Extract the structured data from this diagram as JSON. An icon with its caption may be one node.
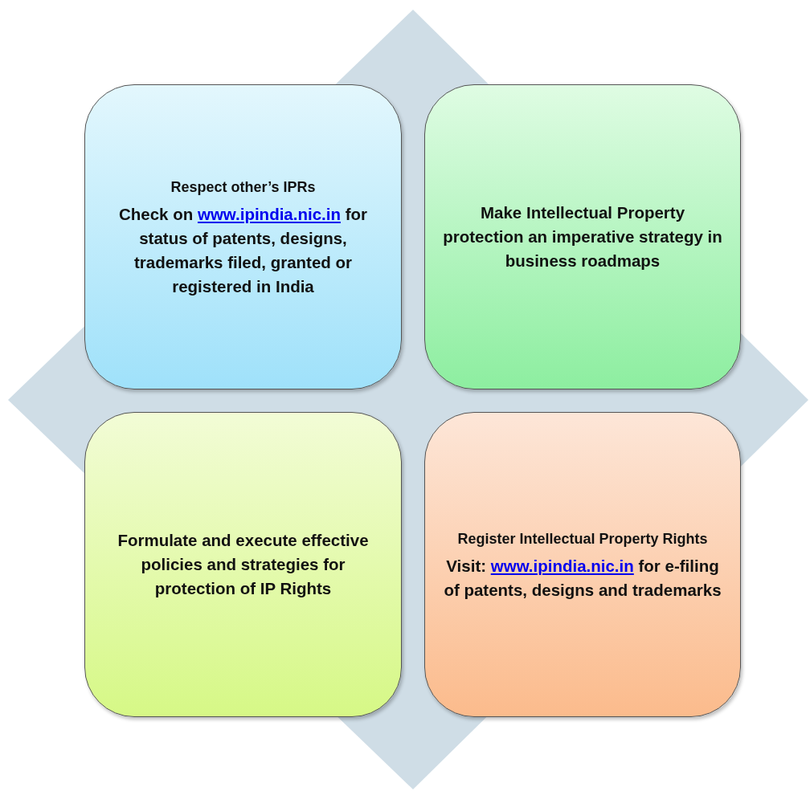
{
  "diagram": {
    "nodes": [
      {
        "text": [
          "Respect other’s IPRs",
          "Check on www.ipindia.nic.in for status of patents, designs, trademarks filed, granted or registered in India"
        ]
      },
      {
        "text": [
          "Make Intellectual Property protection an imperative strategy in business roadmaps"
        ]
      },
      {
        "text": [
          "Formulate and execute effective policies and strategies for protection of IP Rights"
        ]
      },
      {
        "text": [
          "Register Intellectual Property Rights",
          "Visit: www.ipindia.nic.in for e-filing of patents, designs and trademarks"
        ]
      }
    ]
  }
}
